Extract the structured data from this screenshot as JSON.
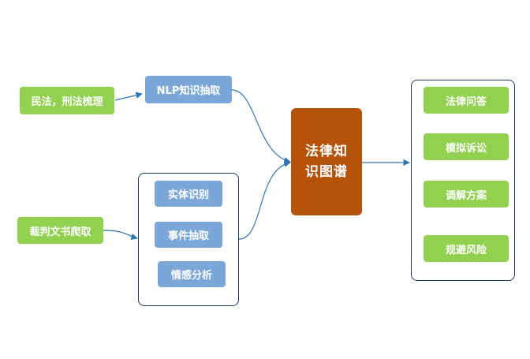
{
  "sources": {
    "civil_criminal_law": "民法，刑法梳理",
    "judgment_crawl": "裁判文书爬取"
  },
  "nlp": {
    "label": "NLP知识抽取"
  },
  "tasks": {
    "entity_recognition": "实体识别",
    "event_extraction": "事件抽取",
    "sentiment_analysis": "情感分析"
  },
  "knowledge_graph": {
    "line1": "法律知",
    "line2": "识图谱"
  },
  "applications": {
    "legal_qa": "法律问答",
    "mock_litigation": "模拟诉讼",
    "mediation_plan": "调解方案",
    "risk_avoidance": "规避风险"
  },
  "colors": {
    "green": "#92d050",
    "blue": "#7ba7d8",
    "center": "#b45309",
    "frame": "#1f3a68",
    "arrow": "#2e75b6"
  }
}
